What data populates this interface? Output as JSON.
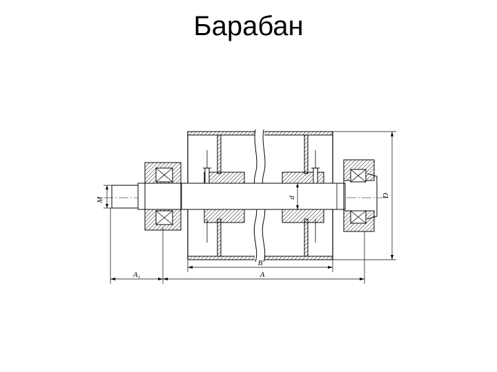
{
  "slide": {
    "title": "Барабан"
  },
  "drawing": {
    "labels": {
      "B": "B",
      "A": "A",
      "A1": "A₁",
      "M": "M",
      "d": "d",
      "D": "D"
    }
  }
}
